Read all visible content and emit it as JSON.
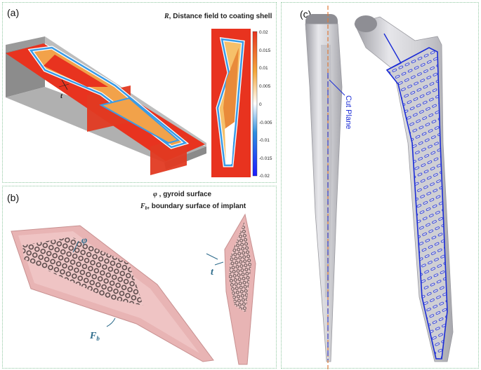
{
  "panels": {
    "a": {
      "label": "(a)",
      "title_symbol": "R",
      "title_text": ", Distance field to coating shell",
      "thickness_symbol": "t",
      "colorbar": {
        "ticks": [
          "0.02",
          "0.015",
          "0.01",
          "0.005",
          "0",
          "-0.005",
          "-0.01",
          "-0.015",
          "-0.02"
        ],
        "colors": [
          "#1a1aff",
          "#2f8fe0",
          "#ffffff",
          "#f5a83c",
          "#e8331f"
        ]
      }
    },
    "b": {
      "label": "(b)",
      "phi_symbol": "φ",
      "phi_text": " , gyroid surface",
      "fb_symbol": "F",
      "fb_sub": "b",
      "fb_text": ", boundary surface of implant",
      "phi_callout": "φ",
      "fb_callout": "F",
      "fb_callout_sub": "b",
      "t_callout": "t"
    },
    "c": {
      "label": "(c)",
      "cut_plane_label": "Cut Plane"
    },
    "colors": {
      "panel_border": "#8fc7a0",
      "implant_pink": "#e8b4b4",
      "lattice": "#5a4a4a",
      "steel": "#c8c8cc",
      "cut_line": "#e07a3a",
      "outline_blue": "#1a2bd6",
      "callout": "#2b6a8a"
    }
  }
}
